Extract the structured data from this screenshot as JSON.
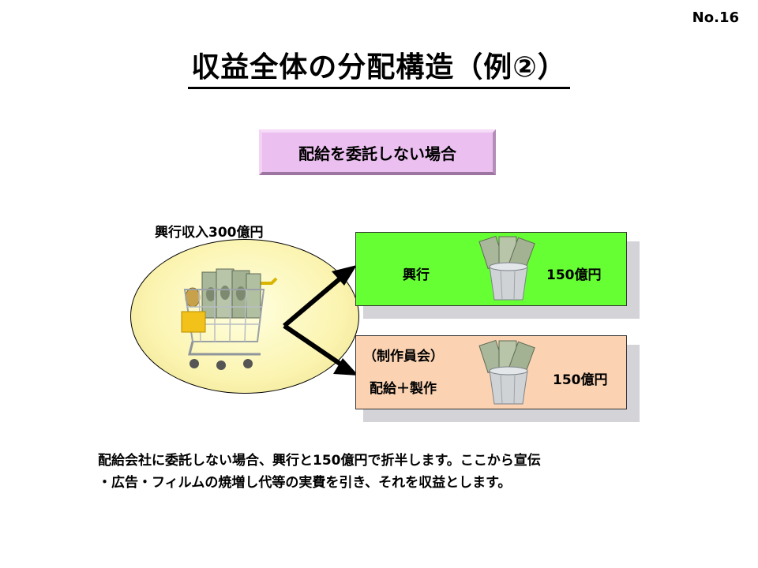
{
  "slide": {
    "number": "No.16"
  },
  "title": "収益全体の分配構造（例②）",
  "case_label": "配給を委託しない場合",
  "income": {
    "label": "興行収入300億円",
    "icon": "shopping-cart-with-money-icon"
  },
  "shares": [
    {
      "id": "theater",
      "label": "興行",
      "amount": "150億円",
      "color": "#66ff33",
      "icon": "money-bucket-icon"
    },
    {
      "id": "committee",
      "sublabel": "（制作員会）",
      "label": "配給＋製作",
      "amount": "150億円",
      "color": "#fbd3b3",
      "icon": "money-bucket-icon"
    }
  ],
  "explanation": {
    "line1": "配給会社に委託しない場合、興行と150億円で折半します。ここから宣伝",
    "line2": "・広告・フィルムの焼増し代等の実費を引き、それを収益とします。"
  }
}
